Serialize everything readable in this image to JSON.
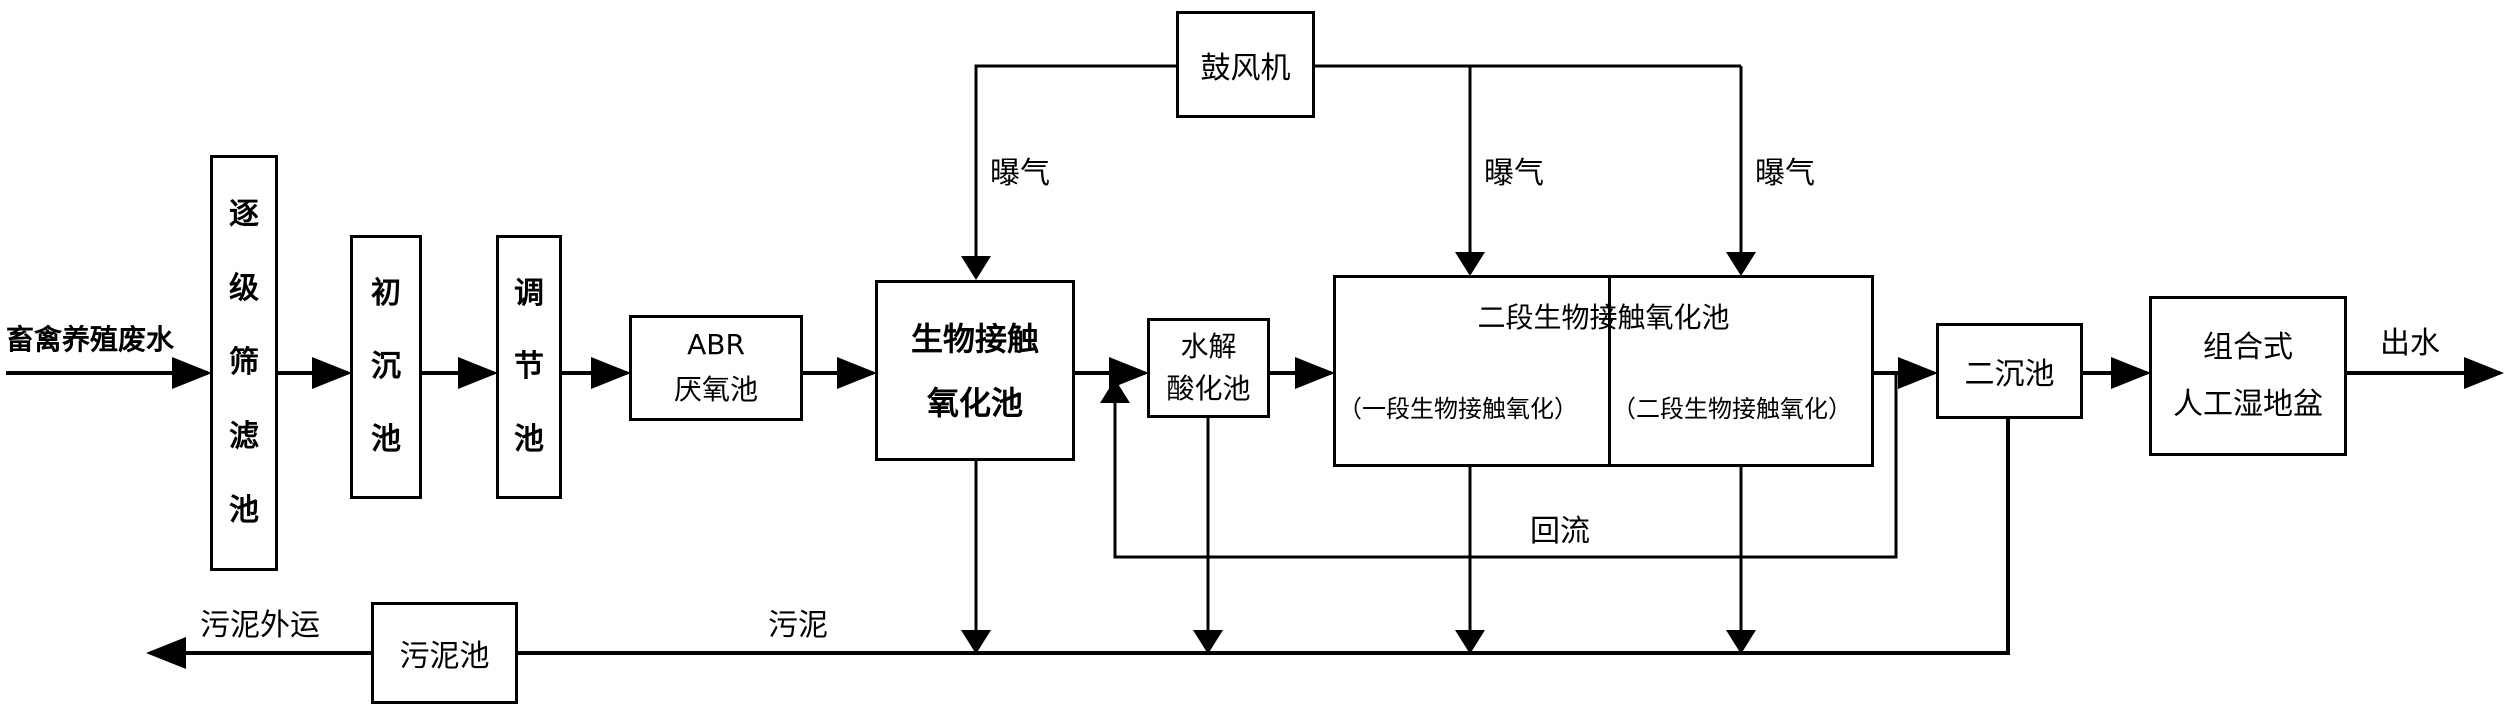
{
  "title": "畜禽养殖废水处理工艺流程图",
  "input_label": "畜禽养殖废水",
  "units": {
    "screening": {
      "label": "逐级筛滤池",
      "chars": [
        "逐",
        "级",
        "筛",
        "滤",
        "池"
      ]
    },
    "primary_sed": {
      "label": "初沉池",
      "chars": [
        "初",
        "沉",
        "池"
      ]
    },
    "equalization": {
      "label": "调节池",
      "chars": [
        "调",
        "节",
        "池"
      ]
    },
    "abr": {
      "line1": "ABR",
      "line2": "厌氧池"
    },
    "bio_contact": {
      "line1": "生物接触",
      "line2": "氧化池"
    },
    "hydrolysis": {
      "line1": "水解",
      "line2": "酸化池"
    },
    "two_stage": {
      "title": "二段生物接触氧化池",
      "left_sub": "（一段生物接触氧化）",
      "right_sub": "（二段生物接触氧化）"
    },
    "secondary_sed": {
      "label": "二沉池"
    },
    "wetland": {
      "line1": "组合式",
      "line2": "人工湿地盆"
    },
    "blower": {
      "label": "鼓风机"
    },
    "sludge_tank": {
      "label": "污泥池"
    }
  },
  "flow_labels": {
    "aeration_1": "曝气",
    "aeration_2": "曝气",
    "aeration_3": "曝气",
    "effluent": "出水",
    "reflux": "回流",
    "sludge": "污泥",
    "sludge_out": "污泥外运"
  }
}
